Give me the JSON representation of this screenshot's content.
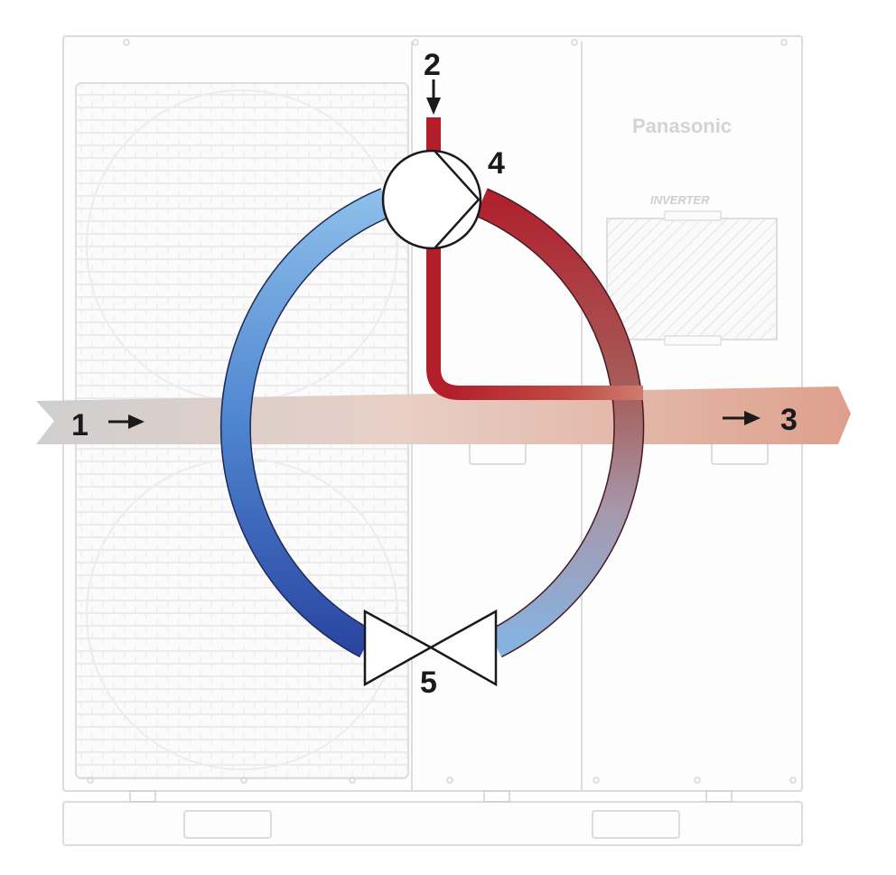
{
  "brand": {
    "name": "Panasonic",
    "badge": "INVERTER"
  },
  "labels": {
    "l1": "1",
    "l2": "2",
    "l3": "3",
    "l4": "4",
    "l5": "5"
  },
  "colors": {
    "cold": "#2f4fa8",
    "cold_light": "#7fb2e2",
    "hot": "#b21e2a",
    "arrow_band_left": "#cfcfcf",
    "arrow_band_right": "#dea08c"
  }
}
